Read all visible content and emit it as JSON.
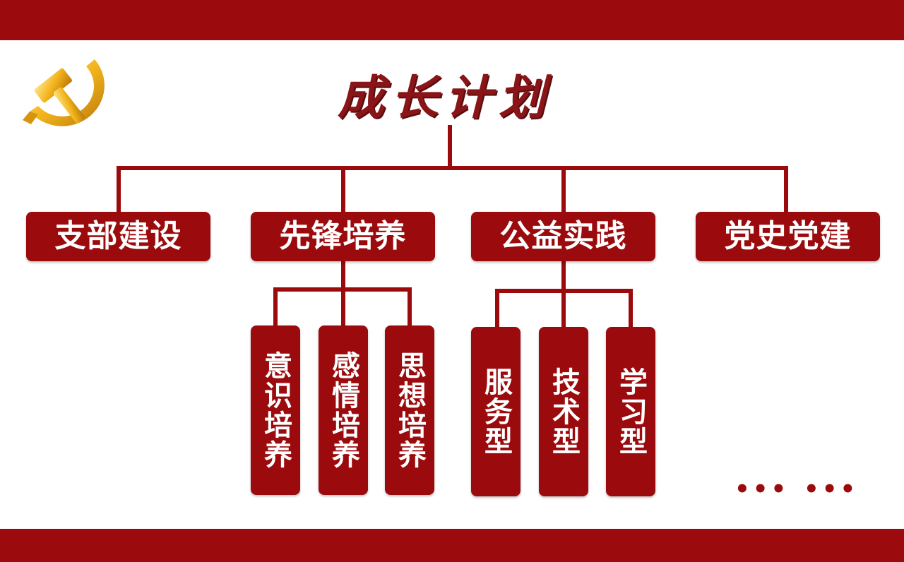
{
  "diagram": {
    "title": "成长计划",
    "branches": [
      {
        "label": "支部建设",
        "children": []
      },
      {
        "label": "先锋培养",
        "children": [
          "意识培养",
          "感情培养",
          "思想培养"
        ]
      },
      {
        "label": "公益实践",
        "children": [
          "服务型",
          "技术型",
          "学习型"
        ]
      },
      {
        "label": "党史党建",
        "children": []
      }
    ],
    "more": [
      "•••",
      "•••"
    ]
  },
  "colors": {
    "primary": "#9b0a0c",
    "title": "#8a1518",
    "emblem_gold": "#f2b41c",
    "background": "#ffffff"
  },
  "icons": {
    "logo": "party-emblem-icon"
  }
}
